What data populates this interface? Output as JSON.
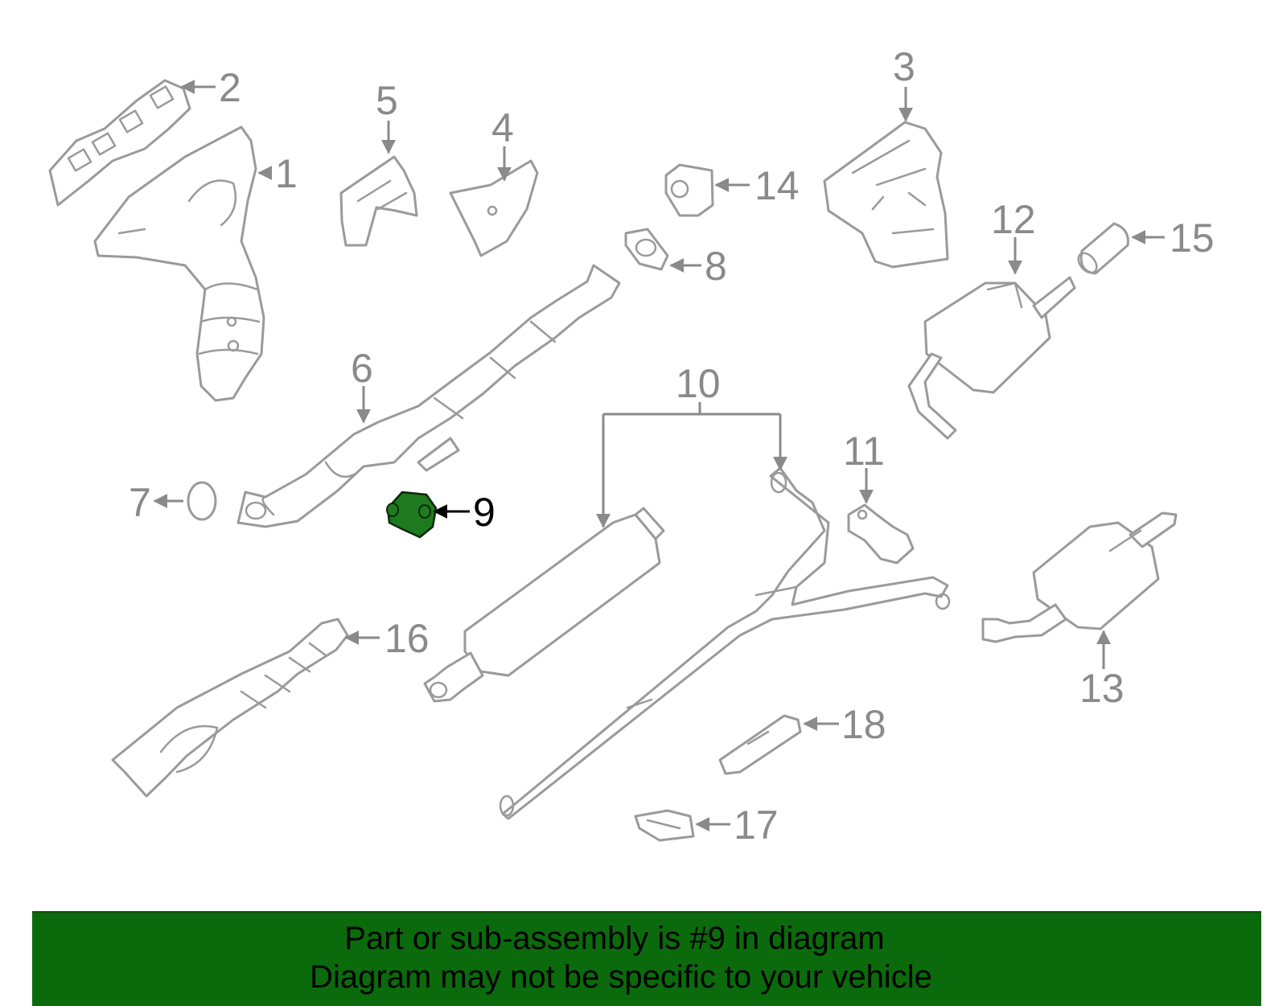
{
  "diagram": {
    "callouts": [
      "1",
      "2",
      "3",
      "4",
      "5",
      "6",
      "7",
      "8",
      "9",
      "10",
      "11",
      "12",
      "13",
      "14",
      "15",
      "16",
      "17",
      "18"
    ],
    "highlighted": "9",
    "colors": {
      "part_stroke": "#9a9a9a",
      "highlight_fill": "#1e7a1e",
      "banner": "#0b6a0b"
    }
  },
  "banner": {
    "line1": "Part or sub-assembly is #9 in diagram",
    "line2": "Diagram may not be specific to your vehicle"
  }
}
